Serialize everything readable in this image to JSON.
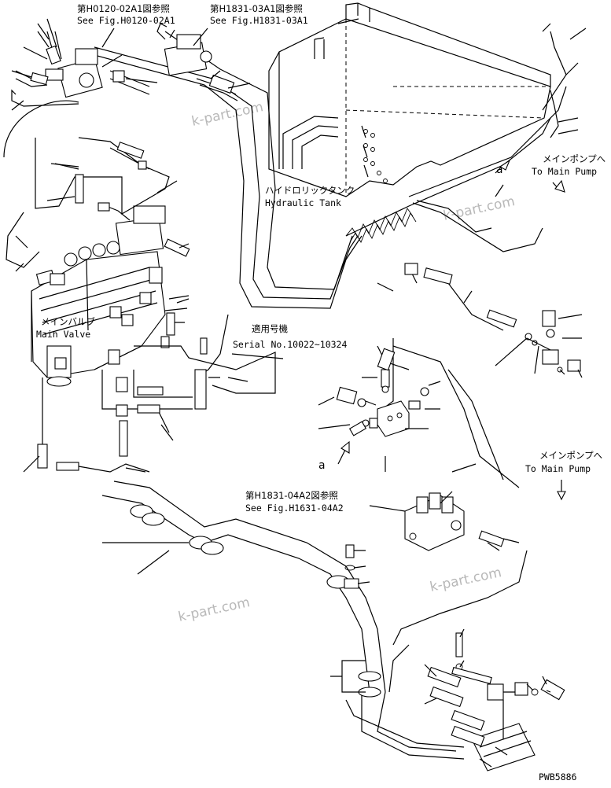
{
  "labels": {
    "ref_h0120_jp": "第H0120-02A1図参照",
    "ref_h0120_en": "See Fig.H0120-02A1",
    "ref_h1831_03_jp": "第H1831-03A1図参照",
    "ref_h1831_03_en": "See Fig.H1831-03A1",
    "tank_jp": "ハイドロリックタンク",
    "tank_en": "Hydraulic Tank",
    "pump_top_jp": "メインポンプへ",
    "pump_top_en": "To Main Pump",
    "pump_mid_jp": "メインポンプへ",
    "pump_mid_en": "To Main Pump",
    "valve_jp": "メインバルブ",
    "valve_en": "Main Valve",
    "serial_jp": "適用号機",
    "serial_en": "Serial No.10022~10324",
    "ref_h1831_04_jp": "第H1831-04A2図参照",
    "ref_h1831_04_en": "See Fig.H1631-04A2",
    "marker_a_top": "a",
    "marker_a_bottom": "a",
    "drawing_code": "PWB5886"
  },
  "watermarks": [
    "k-part.com",
    "k-part.com",
    "k-part.com",
    "k-part.com"
  ]
}
